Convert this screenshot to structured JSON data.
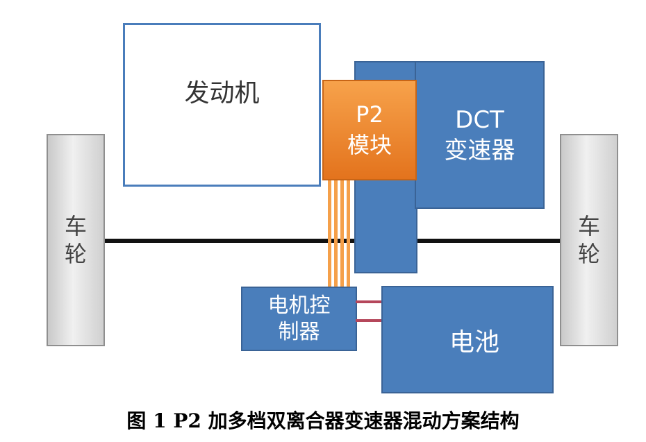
{
  "diagram": {
    "wheel_left": "车\n轮",
    "wheel_right": "车\n轮",
    "engine": "发动机",
    "p2_module": "P2\n模块",
    "dct_transmission": "DCT\n变速器",
    "motor_controller": "电机控\n制器",
    "battery": "电池"
  },
  "caption": "图 1   P2 加多档双离合器变速器混动方案结构",
  "colors": {
    "component_blue": "#4a7ebb",
    "p2_orange": "#e97f26",
    "wire_orange": "#f5a04a",
    "link_red": "#b5475b",
    "wheel_gray": "#d9d9d9",
    "shaft_black": "#111111"
  }
}
